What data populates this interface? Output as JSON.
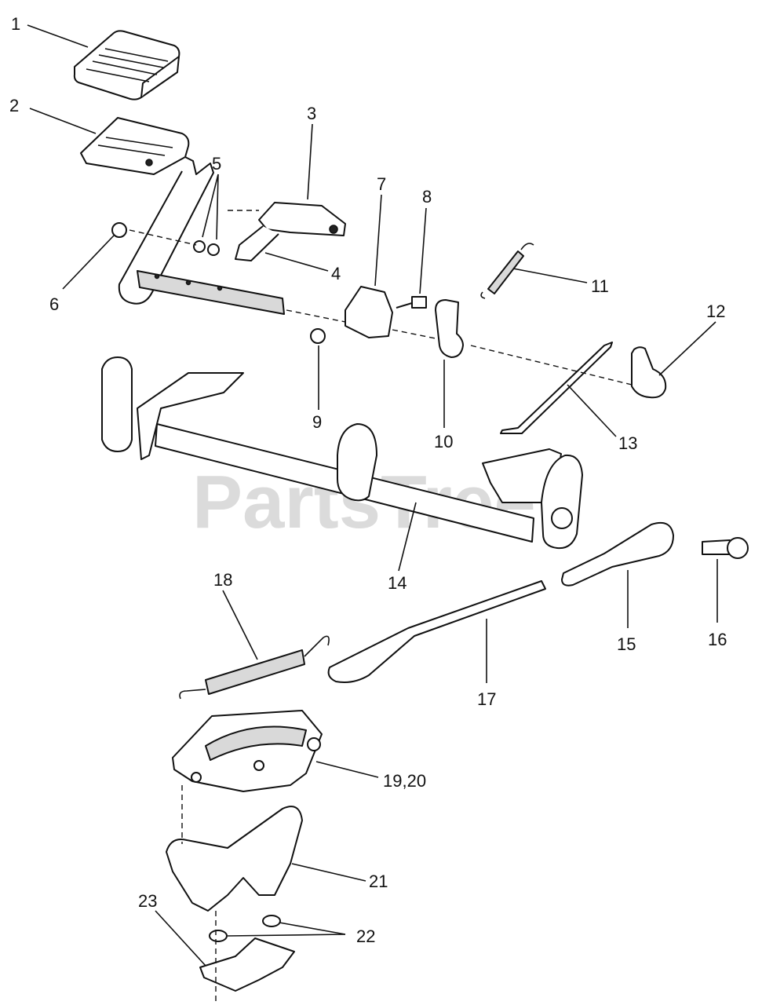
{
  "watermark": "PartsTree",
  "callouts": [
    {
      "id": "1",
      "label": "1"
    },
    {
      "id": "2",
      "label": "2"
    },
    {
      "id": "3",
      "label": "3"
    },
    {
      "id": "4",
      "label": "4"
    },
    {
      "id": "5",
      "label": "5"
    },
    {
      "id": "6",
      "label": "6"
    },
    {
      "id": "7",
      "label": "7"
    },
    {
      "id": "8",
      "label": "8"
    },
    {
      "id": "9",
      "label": "9"
    },
    {
      "id": "10",
      "label": "10"
    },
    {
      "id": "11",
      "label": "11"
    },
    {
      "id": "12",
      "label": "12"
    },
    {
      "id": "13",
      "label": "13"
    },
    {
      "id": "14",
      "label": "14"
    },
    {
      "id": "15",
      "label": "15"
    },
    {
      "id": "16",
      "label": "16"
    },
    {
      "id": "17",
      "label": "17"
    },
    {
      "id": "18",
      "label": "18"
    },
    {
      "id": "19",
      "label": "19,20"
    },
    {
      "id": "21",
      "label": "21"
    },
    {
      "id": "22",
      "label": "22"
    },
    {
      "id": "23",
      "label": "23"
    }
  ]
}
